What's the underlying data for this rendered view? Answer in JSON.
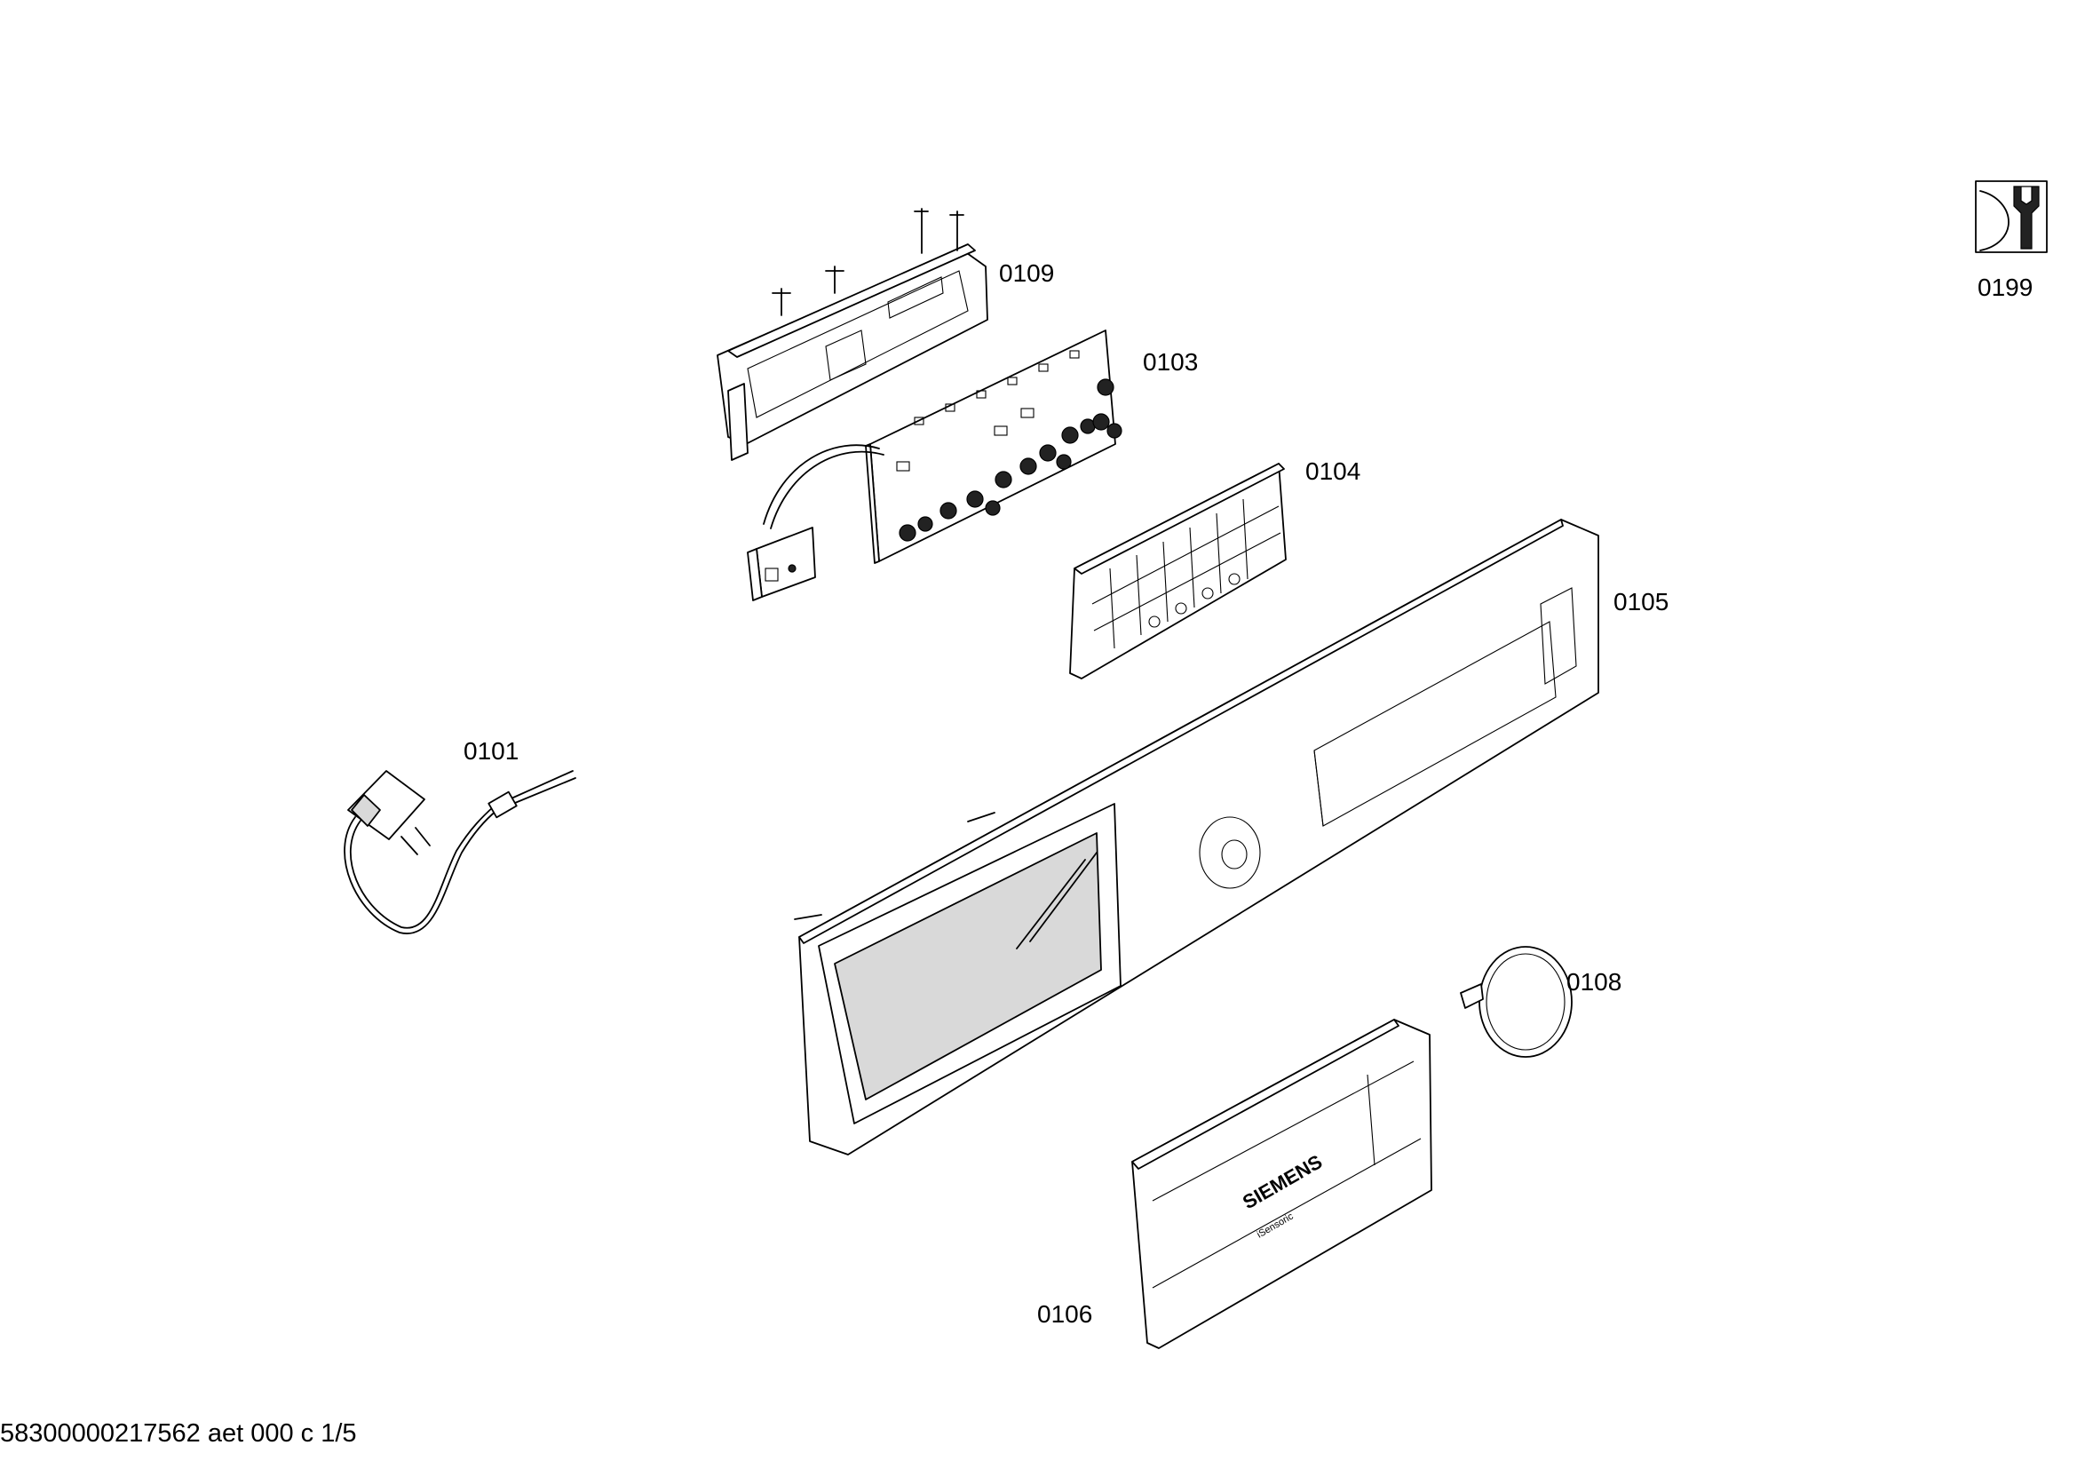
{
  "parts": [
    {
      "id": "p0109",
      "label": "0109"
    },
    {
      "id": "p0103",
      "label": "0103"
    },
    {
      "id": "p0104",
      "label": "0104"
    },
    {
      "id": "p0105",
      "label": "0105"
    },
    {
      "id": "p0101",
      "label": "0101"
    },
    {
      "id": "p0108",
      "label": "0108"
    },
    {
      "id": "p0106",
      "label": "0106"
    },
    {
      "id": "p0199",
      "label": "0199"
    }
  ],
  "brand": {
    "name": "SIEMENS",
    "subline": "iSensoric"
  },
  "icons": {
    "service": "wrench-icon"
  },
  "footer": {
    "doc_id": "58300000217562 aet 000 c 1/5"
  }
}
